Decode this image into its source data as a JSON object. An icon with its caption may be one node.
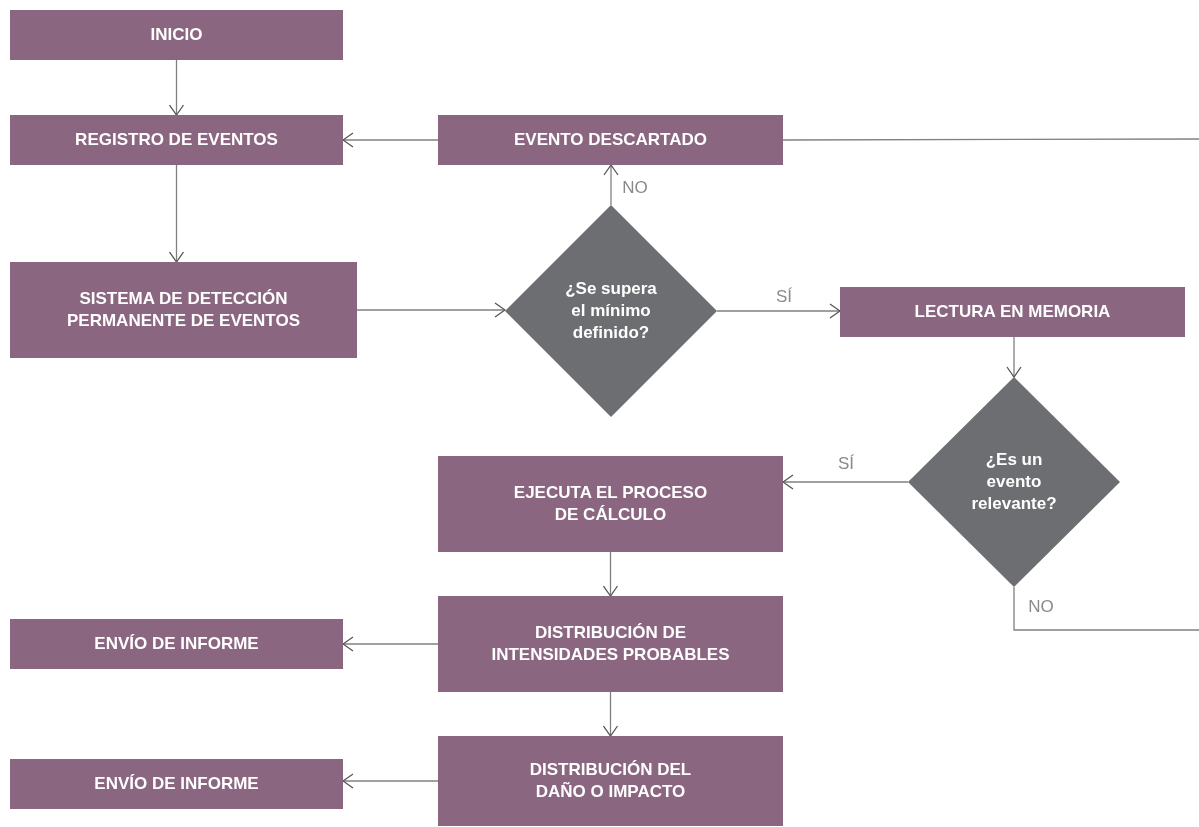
{
  "diagram": {
    "nodes": [
      {
        "text": [
          "INICIO"
        ]
      },
      {
        "text": [
          "REGISTRO DE EVENTOS"
        ]
      },
      {
        "text": [
          "EVENTO DESCARTADO"
        ]
      },
      {
        "text": [
          "SISTEMA DE DETECCIÓN PERMANENTE DE EVENTOS"
        ]
      },
      {
        "text": [
          "¿Se supera el mínimo definido?"
        ]
      },
      {
        "text": [
          "LECTURA EN MEMORIA"
        ]
      },
      {
        "text": [
          "¿Es un evento relevante?"
        ]
      },
      {
        "text": [
          "EJECUTA EL PROCESO DE CÁLCULO"
        ]
      },
      {
        "text": [
          "DISTRIBUCIÓN DE INTENSIDADES PROBABLES"
        ]
      },
      {
        "text": [
          "ENVÍO DE INFORME"
        ]
      },
      {
        "text": [
          "DISTRIBUCIÓN DEL DAÑO O IMPACTO"
        ]
      },
      {
        "text": [
          "ENVÍO DE INFORME"
        ]
      }
    ],
    "edges": [
      {
        "from": 0,
        "to": 1,
        "arrow": "to"
      },
      {
        "from": 2,
        "to": 1,
        "arrow": "to"
      },
      {
        "from": 1,
        "to": 3,
        "arrow": "to"
      },
      {
        "from": 3,
        "to": 4,
        "arrow": "to"
      },
      {
        "from": 4,
        "to": 2,
        "arrow": "to",
        "label": "NO"
      },
      {
        "from": 4,
        "to": 5,
        "arrow": "to",
        "label": "SÍ"
      },
      {
        "from": 5,
        "to": 6,
        "arrow": "to"
      },
      {
        "from": 6,
        "to": 7,
        "arrow": "to",
        "label": "SÍ"
      },
      {
        "from": 6,
        "to": null,
        "arrow": "none",
        "label": "NO"
      },
      {
        "from": 2,
        "to": null,
        "arrow": "none"
      },
      {
        "from": 7,
        "to": 8,
        "arrow": "to"
      },
      {
        "from": 8,
        "to": 9,
        "arrow": "to"
      },
      {
        "from": 8,
        "to": 10,
        "arrow": "to"
      },
      {
        "from": 10,
        "to": 11,
        "arrow": "to"
      }
    ]
  }
}
